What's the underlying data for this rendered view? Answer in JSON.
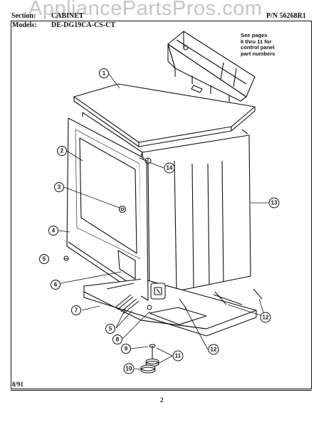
{
  "header": {
    "section_label": "Section:",
    "section_value": "CABINET",
    "part_number": "P/N 56268R1",
    "models_label": "Models:",
    "models_value": "DE-DG19CA-CS-CT"
  },
  "watermark": "AppliancePartsPros.com",
  "note_lines": [
    "See pages",
    "6 thru 11 for",
    "control panel",
    "part numbers"
  ],
  "callouts": [
    "1",
    "2",
    "3",
    "4",
    "5",
    "6",
    "7",
    "5",
    "8",
    "9",
    "10",
    "11",
    "12",
    "12",
    "13",
    "14"
  ],
  "footer": {
    "date": "8/91",
    "page_number": "2"
  }
}
